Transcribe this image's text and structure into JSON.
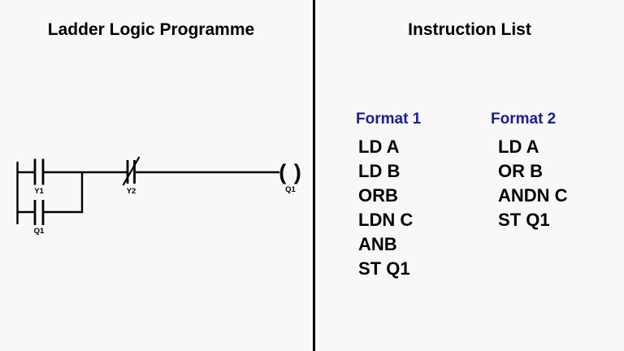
{
  "colors": {
    "background": "#f8f8f8",
    "line": "#000000",
    "accent_blue": "#1b1b9b"
  },
  "left_panel": {
    "title": "Ladder Logic Programme",
    "ladder": {
      "contact_y1_label": "Y1",
      "contact_q1_label": "Q1",
      "contact_y2_label": "Y2",
      "coil_symbol": "( )",
      "coil_label": "Q1"
    }
  },
  "right_panel": {
    "title": "Instruction List",
    "columns": [
      {
        "header": "Format 1",
        "lines": [
          "LD A",
          "LD B",
          "ORB",
          "LDN C",
          "ANB",
          "ST Q1"
        ]
      },
      {
        "header": "Format 2",
        "lines": [
          "LD A",
          "OR B",
          "ANDN C",
          "ST Q1"
        ]
      }
    ]
  }
}
